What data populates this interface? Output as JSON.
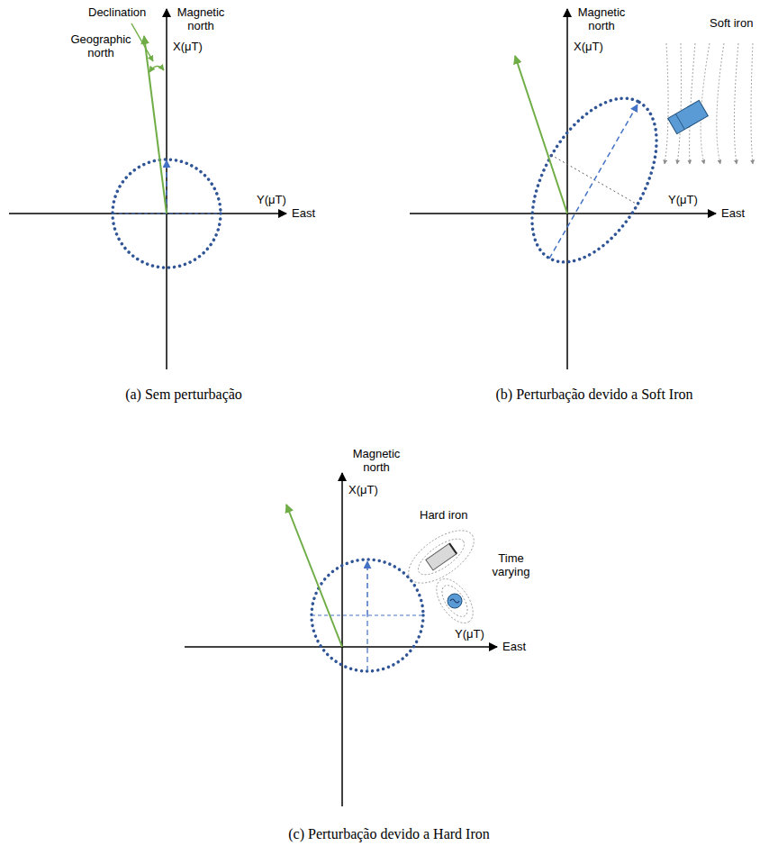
{
  "diagram": {
    "labels": [
      "Declination",
      "Magnetic north",
      "Geographic north",
      "X(μT)",
      "Y(μT)",
      "East",
      "(a) Sem perturbação",
      "Magnetic north",
      "X(μT)",
      "Soft iron",
      "Y(μT)",
      "East",
      "(b) Perturbação devido a Soft Iron",
      "Magnetic north",
      "X(μT)",
      "Hard iron",
      "Time varying",
      "Y(μT)",
      "East",
      "(c) Perturbação devido a Hard Iron"
    ]
  }
}
